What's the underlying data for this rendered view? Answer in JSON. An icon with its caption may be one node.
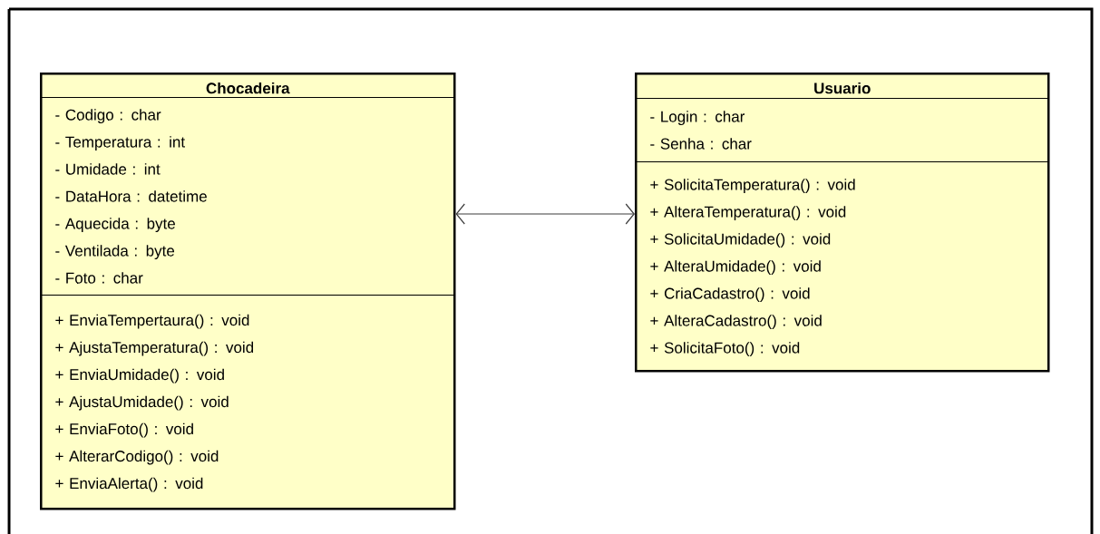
{
  "diagram": {
    "nodes": [
      {
        "text": [
          "Chocadeira"
        ]
      },
      {
        "text": [
          "- Codigo : char",
          "- Temperatura : int",
          "- Umidade : int",
          "- DataHora : datetime",
          "- Aquecida : byte",
          "- Ventilada : byte",
          "- Foto : char"
        ],
        "in": 0
      },
      {
        "text": [
          "+ EnviaTempertaura() : void",
          "+ AjustaTemperatura() : void",
          "+ EnviaUmidade() : void",
          "+ AjustaUmidade() : void",
          "+ EnviaFoto() : void",
          "+ AlterarCodigo() : void",
          "+ EnviaAlerta() : void"
        ],
        "in": 0
      },
      {
        "text": [
          "Usuario"
        ]
      },
      {
        "text": [
          "- Login : char",
          "- Senha : char"
        ],
        "in": 3
      },
      {
        "text": [
          "+ SolicitaTemperatura() : void",
          "+ AlteraTemperatura() : void",
          "+ SolicitaUmidade() : void",
          "+ AlteraUmidade() : void",
          "+ CriaCadastro() : void",
          "+ AlteraCadastro() : void",
          "+ SolicitaFoto() : void"
        ],
        "in": 3
      }
    ],
    "edges": [
      {
        "from": 0,
        "to": 3,
        "arrow": "both"
      }
    ]
  }
}
